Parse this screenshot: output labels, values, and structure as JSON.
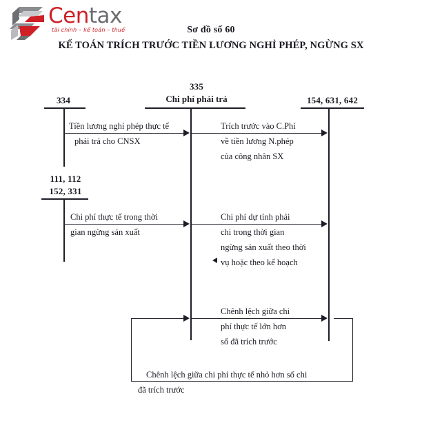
{
  "brand": {
    "name_part_1": "Cen",
    "name_part_2": "tax",
    "tagline": "tài chính – kế toán – thuế",
    "mark_icon": "centax-hexagon-logo-icon",
    "color_primary": "#cf2027",
    "color_secondary": "#6d6e72"
  },
  "header": {
    "diagram_number": "Sơ đồ số 60",
    "title": "KẾ TOÁN TRÍCH TRƯỚC TIỀN LƯƠNG NGHỈ PHÉP, NGỪNG SX"
  },
  "accounts": [
    {
      "id": "acct-334",
      "number": "334",
      "name": ""
    },
    {
      "id": "acct-335",
      "number": "335",
      "name": "Chi phí phải trả"
    },
    {
      "id": "acct-154-631-642",
      "number": "154, 631, 642",
      "name": ""
    },
    {
      "id": "acct-111-112-152-331",
      "number_line_1": "111, 112",
      "number_line_2": "152, 331",
      "name": ""
    }
  ],
  "flows": [
    {
      "id": "flow-1",
      "from": "334",
      "to": "335",
      "direction": "right",
      "lines": [
        "Tiền lương nghỉ phép thực tế",
        "phải trả cho CNSX"
      ]
    },
    {
      "id": "flow-2",
      "from": "335",
      "to": "154, 631, 642",
      "direction": "right",
      "lines": [
        "Trích trước vào C.Phí",
        "về tiền lương N.phép",
        "của công nhân SX"
      ]
    },
    {
      "id": "flow-3",
      "from": "111, 112 152, 331",
      "to": "335",
      "direction": "right",
      "lines": [
        "Chi phí thực tế trong thời",
        "gian ngừng sản xuất"
      ]
    },
    {
      "id": "flow-4",
      "from": "335",
      "to": "154, 631, 642",
      "direction": "right",
      "lines": [
        "Chi phí dự tính phải",
        "chi trong thời gian",
        "ngừng sản xuất theo thời",
        "vụ hoặc theo kế hoạch"
      ]
    },
    {
      "id": "flow-5",
      "from": "335",
      "to": "154, 631, 642",
      "direction": "right",
      "lines": [
        "Chênh lệch giữa chi",
        "phí thực tế lớn hơn",
        "số đã trích trước"
      ]
    },
    {
      "id": "flow-6",
      "from": "154, 631, 642",
      "to": "335",
      "direction": "loop-back-left",
      "lines": [
        "Chênh lệch giữa chi phí thực tế nhỏ hơn số chi",
        "đã trích trước"
      ]
    }
  ]
}
